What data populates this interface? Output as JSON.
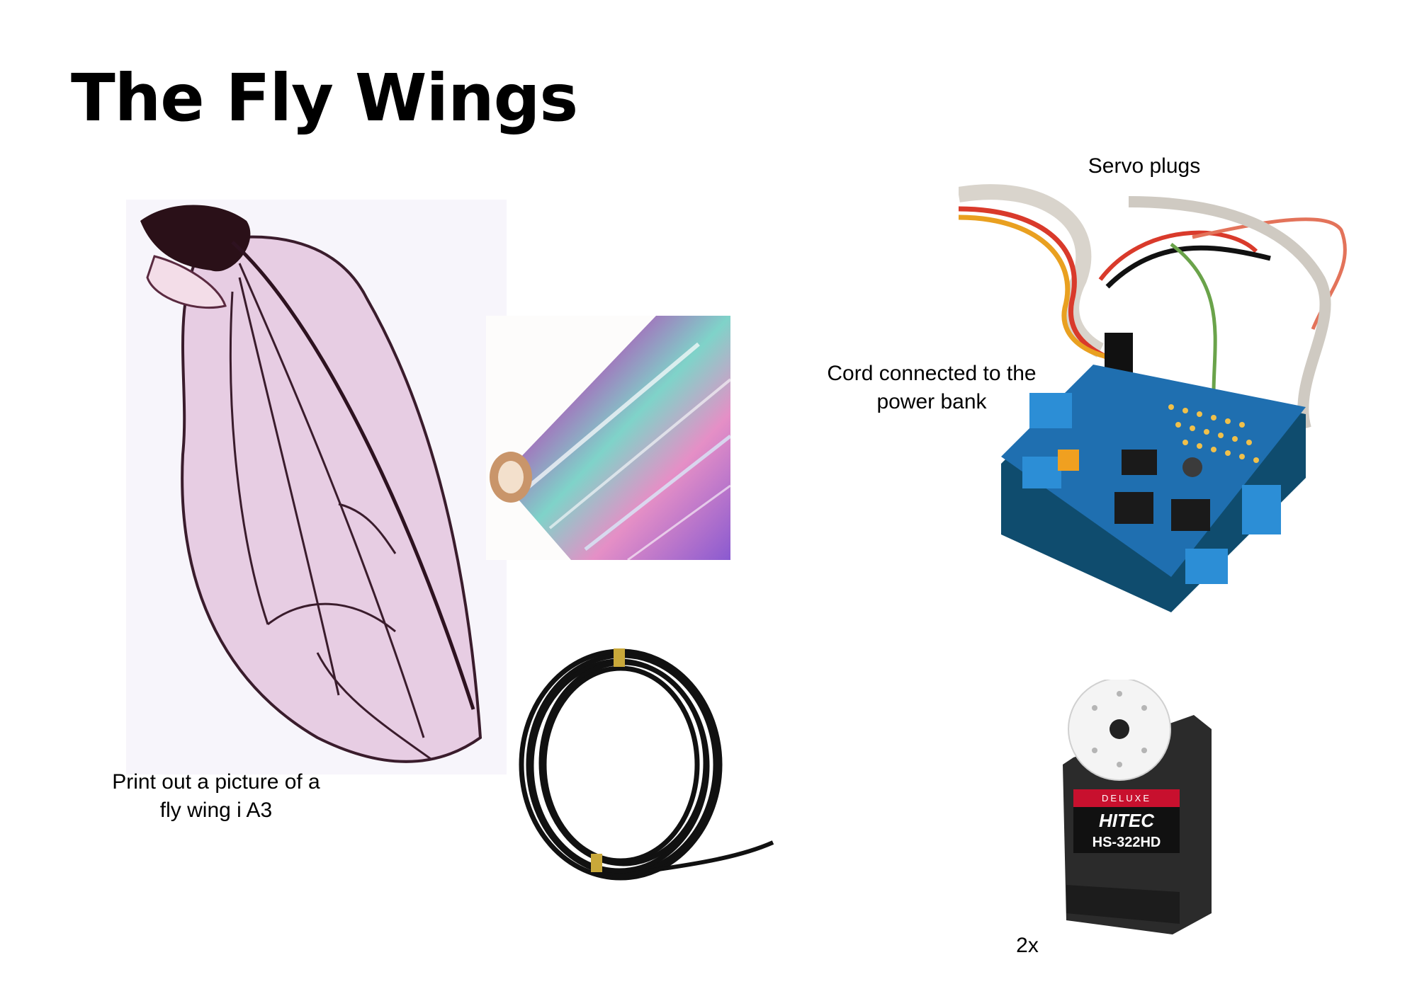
{
  "page": {
    "title": "The Fly Wings"
  },
  "captions": {
    "wing": "Print out a picture of a fly wing i A3",
    "servo_plugs": "Servo plugs",
    "cord": "Cord connected to the power bank",
    "quantity": "2x"
  },
  "servo_label": {
    "line1": "DELUXE",
    "brand": "HITEC",
    "model": "HS-322HD"
  },
  "colors": {
    "background": "#ffffff",
    "text": "#000000",
    "board_blue": "#1f6fb0",
    "terminal_blue": "#2c8ed6",
    "wire_black": "#111111",
    "servo_body": "#2b2b2b",
    "servo_label_red": "#c8102e"
  }
}
